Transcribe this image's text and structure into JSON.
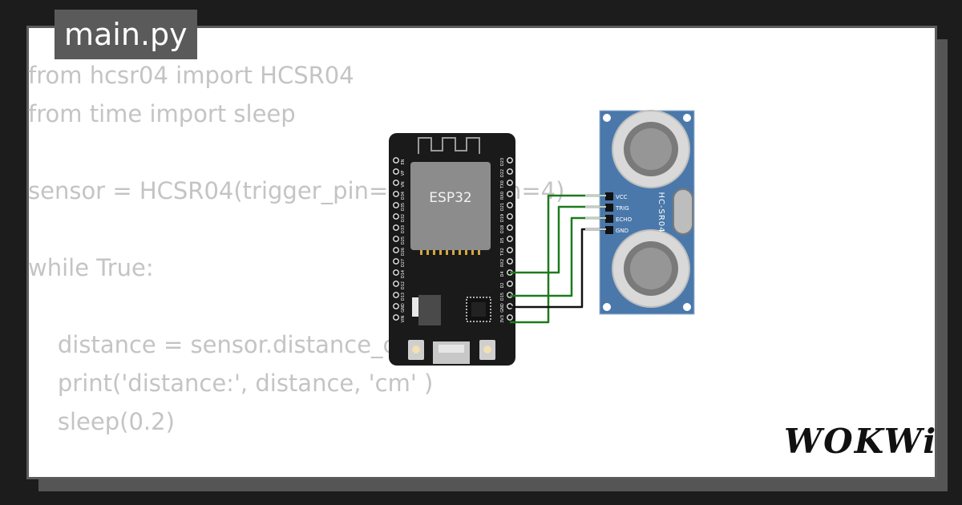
{
  "file_tab": {
    "label": "main.py"
  },
  "code": {
    "lines": [
      "from hcsr04 import HCSR04",
      "from time import sleep",
      "",
      "sensor = HCSR04(trigger_pin=5, echo_pin=4)",
      "",
      "while True:",
      "",
      "    distance = sensor.distance_cm()",
      "    print('distance:', distance, 'cm' )",
      "    sleep(0.2)"
    ]
  },
  "esp32": {
    "chip_label": "ESP32",
    "left_pins": [
      "EN",
      "VP",
      "VN",
      "D34",
      "D35",
      "D32",
      "D33",
      "D25",
      "D26",
      "D27",
      "D14",
      "D12",
      "D13",
      "GND",
      "VIN"
    ],
    "right_pins": [
      "D23",
      "D22",
      "TX0",
      "RX0",
      "D21",
      "D19",
      "D18",
      "D5",
      "TX2",
      "RX2",
      "D4",
      "D2",
      "D15",
      "GND",
      "3V3"
    ]
  },
  "sensor": {
    "model_label": "HC-SR04",
    "pins": [
      "VCC",
      "TRIG",
      "ECHO",
      "GND"
    ]
  },
  "brand": {
    "logo": "WOKWi"
  },
  "colors": {
    "background": "#1c1c1c",
    "card": "#ffffff",
    "tab": "#5a5a5a",
    "code_text": "#c4c4c4",
    "board": "#1a1a1a",
    "chip": "#8c8c8c",
    "sensor_pcb": "#4a78aa",
    "wire_green": "#1d7a1d",
    "wire_black": "#111111"
  }
}
